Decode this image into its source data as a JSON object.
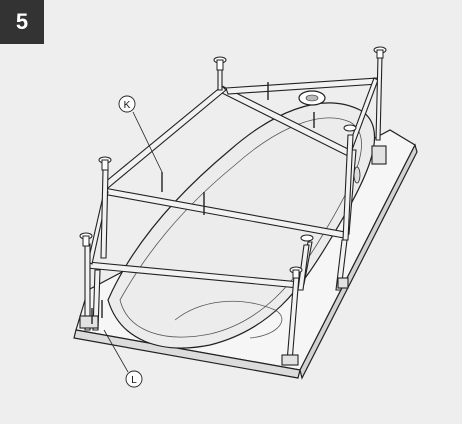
{
  "step": {
    "number": "5"
  },
  "callouts": {
    "k": "K",
    "l": "L"
  },
  "colors": {
    "panel": "#eeeeee",
    "badge": "#333333",
    "line": "#222222"
  }
}
